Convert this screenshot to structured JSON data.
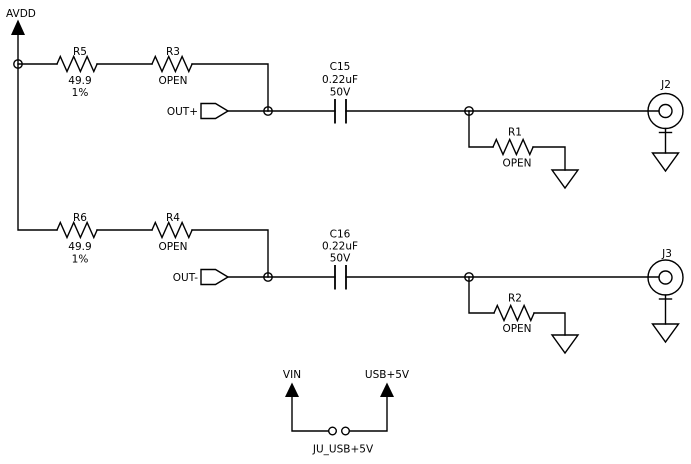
{
  "schematic": {
    "background": "#ffffff",
    "wire_color": "#000000",
    "power": {
      "avdd": "AVDD",
      "vin": "VIN",
      "usb5v": "USB+5V"
    },
    "jumper": {
      "ref": "JU_USB+5V"
    },
    "ports": {
      "out_plus": "OUT+",
      "out_minus": "OUT-"
    },
    "resistors": {
      "r5": {
        "ref": "R5",
        "value": "49.9",
        "tolerance": "1%"
      },
      "r3": {
        "ref": "R3",
        "value": "OPEN"
      },
      "r1": {
        "ref": "R1",
        "value": "OPEN"
      },
      "r6": {
        "ref": "R6",
        "value": "49.9",
        "tolerance": "1%"
      },
      "r4": {
        "ref": "R4",
        "value": "OPEN"
      },
      "r2": {
        "ref": "R2",
        "value": "OPEN"
      }
    },
    "capacitors": {
      "c15": {
        "ref": "C15",
        "value": "0.22uF",
        "voltage": "50V"
      },
      "c16": {
        "ref": "C16",
        "value": "0.22uF",
        "voltage": "50V"
      }
    },
    "connectors": {
      "j2": {
        "ref": "J2"
      },
      "j3": {
        "ref": "J3"
      }
    }
  }
}
